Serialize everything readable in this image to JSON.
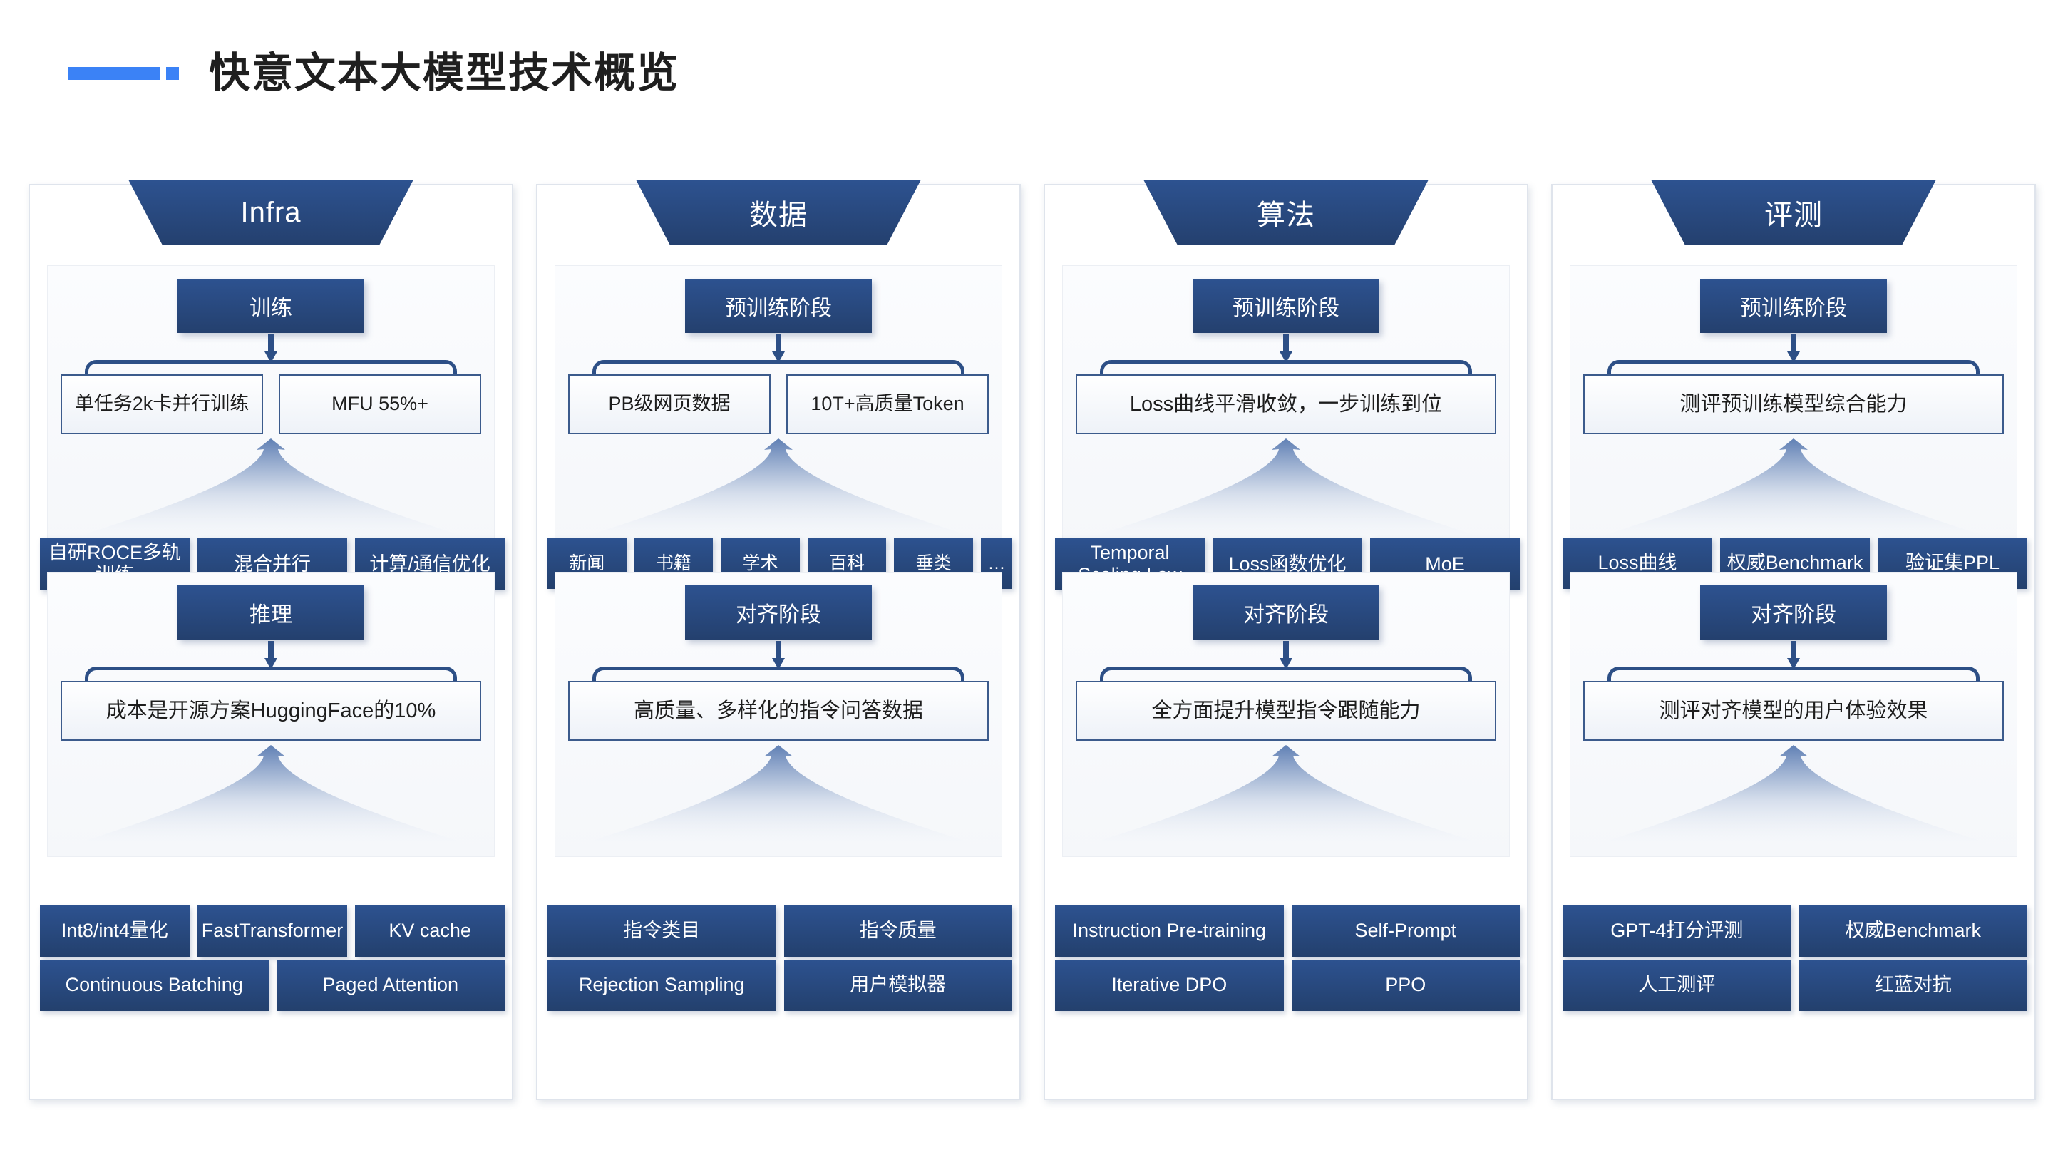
{
  "header": {
    "title": "快意文本大模型技术概览",
    "accent_color": "#3b82f6",
    "accent_icon": "accent-bar-icon"
  },
  "theme": {
    "primary_blue": "#2d5290",
    "deep_blue": "#23406d",
    "box_border": "#3c5b8c",
    "panel_bg": "#f5f7fa"
  },
  "columns": [
    {
      "title": "Infra",
      "sections": [
        {
          "stage": "训练",
          "boxes": [
            "单任务2k卡并行训练",
            "MFU 55%+"
          ],
          "tags": [
            [
              "自研ROCE多轨训练",
              "混合并行",
              "计算/通信优化"
            ]
          ]
        },
        {
          "stage": "推理",
          "boxes": [
            "成本是开源方案HuggingFace的10%"
          ],
          "tags": [
            [
              "Int8/int4量化",
              "FastTransformer",
              "KV cache"
            ],
            [
              "Continuous Batching",
              "Paged Attention"
            ]
          ]
        }
      ]
    },
    {
      "title": "数据",
      "sections": [
        {
          "stage": "预训练阶段",
          "boxes": [
            "PB级网页数据",
            "10T+高质量Token"
          ],
          "tags": [
            [
              "新闻",
              "书籍",
              "学术",
              "百科",
              "垂类",
              "…"
            ]
          ]
        },
        {
          "stage": "对齐阶段",
          "boxes": [
            "高质量、多样化的指令问答数据"
          ],
          "tags": [
            [
              "指令类目",
              "指令质量"
            ],
            [
              "Rejection Sampling",
              "用户模拟器"
            ]
          ]
        }
      ]
    },
    {
      "title": "算法",
      "sections": [
        {
          "stage": "预训练阶段",
          "boxes": [
            "Loss曲线平滑收敛，一步训练到位"
          ],
          "tags": [
            [
              "Temporal Scaling Law",
              "Loss函数优化",
              "MoE"
            ]
          ]
        },
        {
          "stage": "对齐阶段",
          "boxes": [
            "全方面提升模型指令跟随能力"
          ],
          "tags": [
            [
              "Instruction Pre-training",
              "Self-Prompt"
            ],
            [
              "Iterative DPO",
              "PPO"
            ]
          ]
        }
      ]
    },
    {
      "title": "评测",
      "sections": [
        {
          "stage": "预训练阶段",
          "boxes": [
            "测评预训练模型综合能力"
          ],
          "tags": [
            [
              "Loss曲线",
              "权威Benchmark",
              "验证集PPL"
            ]
          ]
        },
        {
          "stage": "对齐阶段",
          "boxes": [
            "测评对齐模型的用户体验效果"
          ],
          "tags": [
            [
              "GPT-4打分评测",
              "权威Benchmark"
            ],
            [
              "人工测评",
              "红蓝对抗"
            ]
          ]
        }
      ]
    }
  ]
}
